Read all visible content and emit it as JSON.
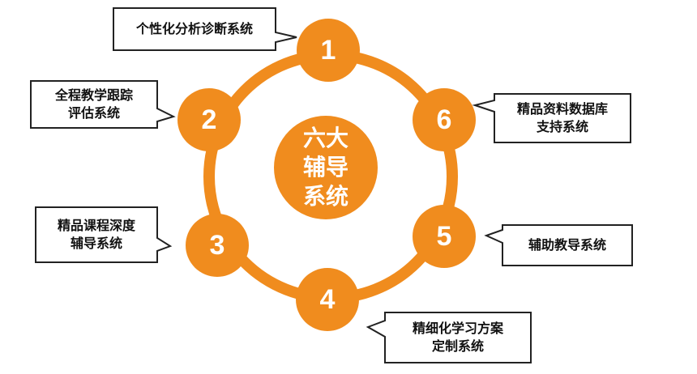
{
  "center": {
    "lines": [
      "六大",
      "辅导",
      "系统"
    ]
  },
  "colors": {
    "accent": "#F08C1E",
    "box_border": "#222222",
    "box_fill": "#ffffff"
  },
  "nodes": [
    {
      "number": "1",
      "lines": [
        "个性化分析诊断系统"
      ]
    },
    {
      "number": "2",
      "lines": [
        "全程教学跟踪",
        "评估系统"
      ]
    },
    {
      "number": "3",
      "lines": [
        "精品课程深度",
        "辅导系统"
      ]
    },
    {
      "number": "4",
      "lines": [
        "精细化学习方案",
        "定制系统"
      ]
    },
    {
      "number": "5",
      "lines": [
        "辅助教导系统"
      ]
    },
    {
      "number": "6",
      "lines": [
        "精品资料数据库",
        "支持系统"
      ]
    }
  ]
}
